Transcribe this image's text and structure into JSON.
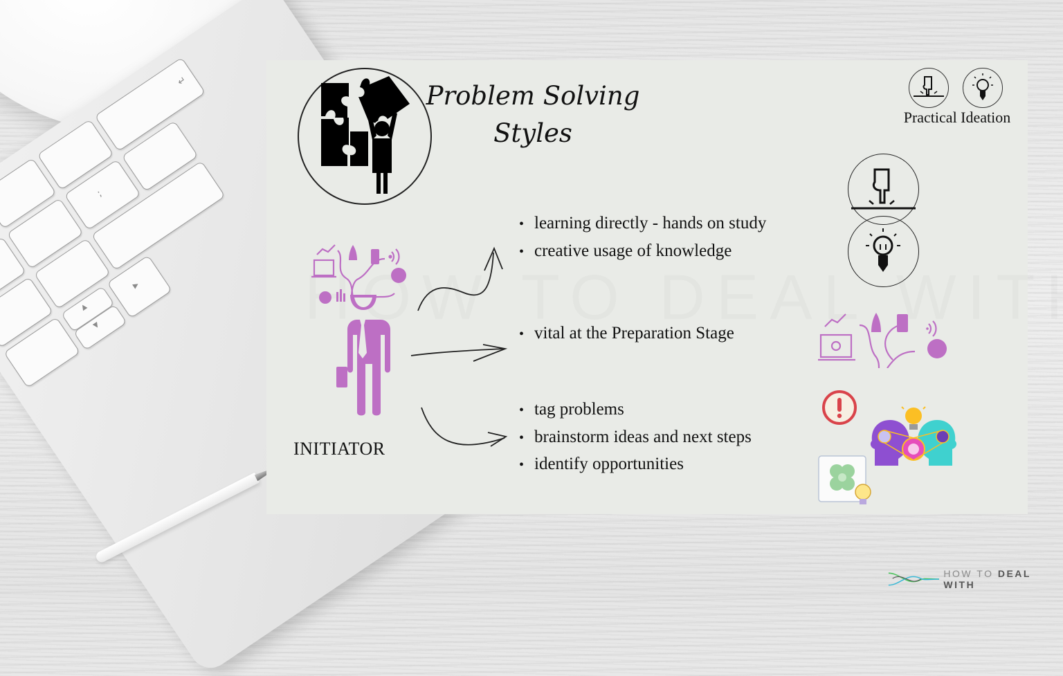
{
  "slide": {
    "title_line1": "Problem Solving",
    "title_line2": "Styles",
    "watermark": "HOW TO DEAL WITH",
    "header_badge": {
      "icons": [
        "hand-press-icon",
        "lightbulb-pencil-icon"
      ],
      "label": "Practical Ideation"
    },
    "persona": {
      "label": "INITIATOR",
      "icon": "businessman-ideas-icon",
      "color": "#bd6fc4"
    },
    "sections": [
      {
        "arrow": "wavy-up-arrow",
        "bullets": [
          "learning directly - hands on study",
          "creative usage of knowledge"
        ],
        "icons": [
          "hand-press-icon",
          "lightbulb-pencil-icon"
        ]
      },
      {
        "arrow": "straight-arrow",
        "bullets": [
          "vital at the Preparation Stage"
        ],
        "icons": [
          "ideas-network-icon"
        ]
      },
      {
        "arrow": "curved-down-arrow",
        "bullets": [
          "tag problems",
          "brainstorm ideas and next steps",
          "identify opportunities"
        ],
        "icons": [
          "alert-icon",
          "brainstorm-heads-icon",
          "clover-lightbulb-icon"
        ]
      }
    ]
  },
  "brand": {
    "text_light": "HOW TO ",
    "text_bold": "DEAL WITH",
    "colors": {
      "green": "#4cc35c",
      "teal": "#3ab9d6",
      "grey": "#8a8a8a"
    }
  },
  "colors": {
    "card_bg": "#e9ebe7",
    "purple": "#bd6fc4",
    "alert_red": "#d9434a",
    "bulb_yellow": "#fbbf24",
    "head_purple": "#8e4fd1",
    "head_teal": "#3fd1cf",
    "gear_pink": "#e64dbb"
  }
}
